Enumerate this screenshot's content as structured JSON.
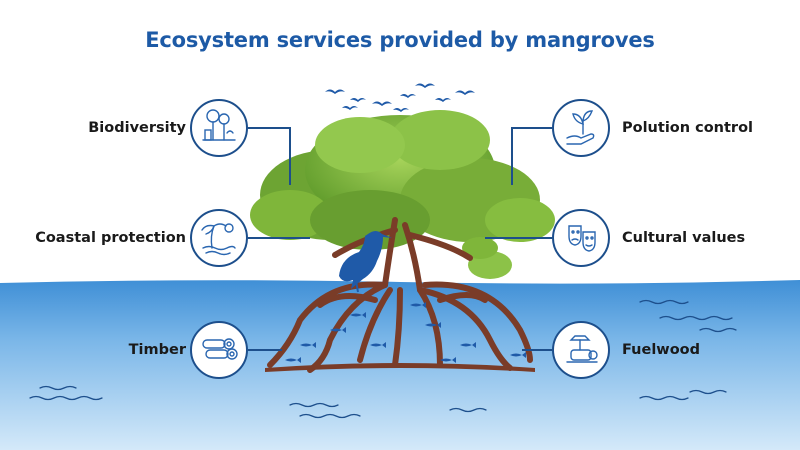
{
  "title": "Ecosystem services provided by mangroves",
  "services": [
    {
      "label": "Biodiversity",
      "icon": "biodiversity-icon",
      "side": "left"
    },
    {
      "label": "Coastal protection",
      "icon": "coastal-protection-icon",
      "side": "left"
    },
    {
      "label": "Timber",
      "icon": "timber-icon",
      "side": "left"
    },
    {
      "label": "Polution control",
      "icon": "pollution-control-icon",
      "side": "right"
    },
    {
      "label": "Cultural values",
      "icon": "cultural-values-icon",
      "side": "right"
    },
    {
      "label": "Fuelwood",
      "icon": "fuelwood-icon",
      "side": "right"
    }
  ],
  "colors": {
    "title": "#1d5aa6",
    "connector": "#1d4f8c",
    "icon": "#2a66b0",
    "water_top": "#3f8fd6",
    "water_bottom": "#cfe6f8",
    "leaves": "#7fb63a",
    "roots": "#7a3c28",
    "bird": "#1f5aa8"
  }
}
